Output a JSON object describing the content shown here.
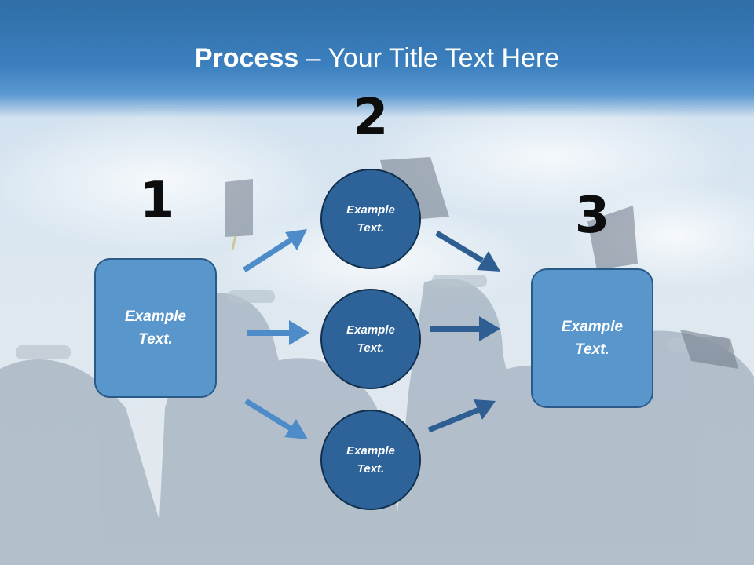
{
  "title": {
    "bold": "Process",
    "rest": " – Your Title Text Here"
  },
  "steps": [
    {
      "number": "1",
      "text_line1": "Example",
      "text_line2": "Text."
    },
    {
      "number": "2"
    },
    {
      "number": "3",
      "text_line1": "Example",
      "text_line2": "Text."
    }
  ],
  "circles": [
    {
      "text_line1": "Example",
      "text_line2": "Text."
    },
    {
      "text_line1": "Example",
      "text_line2": "Text."
    },
    {
      "text_line1": "Example",
      "text_line2": "Text."
    }
  ],
  "colors": {
    "title_band": "#3b7fbe",
    "box_fill": "#5996cc",
    "circle_fill": "#2e6399",
    "arrow_light": "#4d8cc8",
    "arrow_dark": "#2f5f92"
  }
}
